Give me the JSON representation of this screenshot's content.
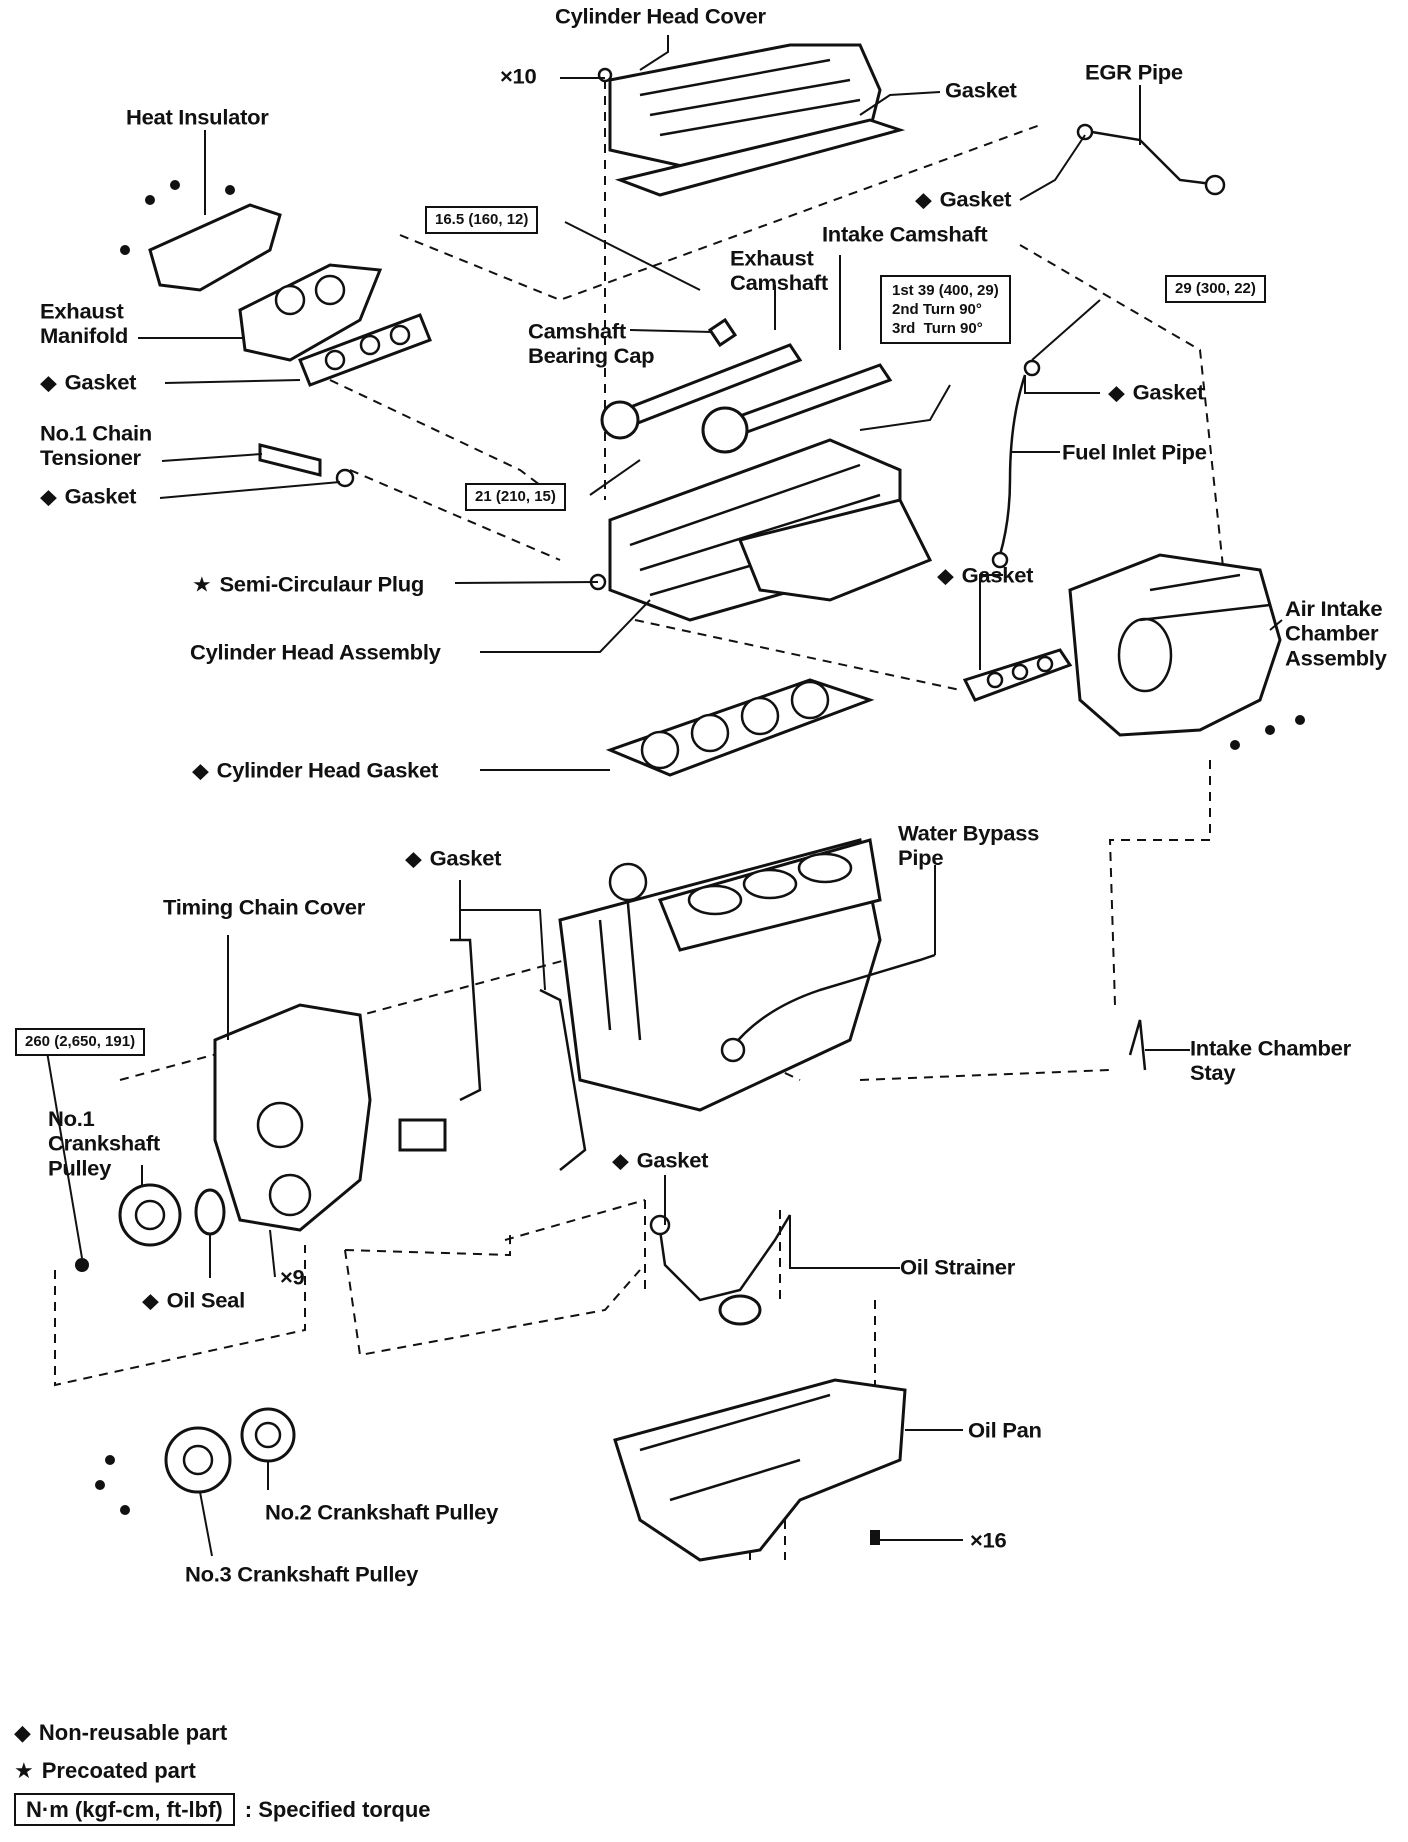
{
  "labels": {
    "cylinder_head_cover": "Cylinder Head Cover",
    "x10": "×10",
    "gasket_cover": "Gasket",
    "egr_pipe": "EGR Pipe",
    "heat_insulator": "Heat Insulator",
    "gasket_egr": "Gasket",
    "exhaust_camshaft": "Exhaust Camshaft",
    "intake_camshaft": "Intake Camshaft",
    "exhaust_manifold": "Exhaust Manifold",
    "camshaft_bearing_cap": "Camshaft Bearing Cap",
    "gasket_manifold": "Gasket",
    "gasket_fuel": "Gasket",
    "no1_chain_tensioner": "No.1 Chain Tensioner",
    "fuel_inlet_pipe": "Fuel Inlet Pipe",
    "gasket_tensioner": "Gasket",
    "semi_circular_plug": "Semi-Circulaur Plug",
    "gasket_intake": "Gasket",
    "air_intake_chamber": "Air Intake Chamber Assembly",
    "cylinder_head_assembly": "Cylinder Head Assembly",
    "cylinder_head_gasket": "Cylinder Head Gasket",
    "gasket_timing": "Gasket",
    "water_bypass_pipe": "Water Bypass Pipe",
    "timing_chain_cover": "Timing Chain Cover",
    "intake_chamber_stay": "Intake Chamber Stay",
    "no1_crankshaft_pulley": "No.1 Crankshaft Pulley",
    "gasket_strainer": "Gasket",
    "oil_strainer": "Oil Strainer",
    "x9": "×9",
    "oil_seal": "Oil Seal",
    "oil_pan": "Oil Pan",
    "x16": "×16",
    "no2_crankshaft_pulley": "No.2 Crankshaft Pulley",
    "no3_crankshaft_pulley": "No.3 Crankshaft Pulley"
  },
  "torques": {
    "t165": "16.5 (160, 12)",
    "t_head": "1st 39 (400, 29)\n2nd Turn 90°\n3rd  Turn 90°",
    "t29": "29 (300, 22)",
    "t21": "21 (210, 15)",
    "t260": "260 (2,650, 191)"
  },
  "legend": {
    "non_reusable": "Non-reusable part",
    "precoated": "Precoated part",
    "torque_unit": "N·m (kgf-cm, ft-lbf)",
    "torque_desc": ": Specified torque"
  },
  "symbols": {
    "non_reusable": "◆",
    "precoated": "★"
  }
}
